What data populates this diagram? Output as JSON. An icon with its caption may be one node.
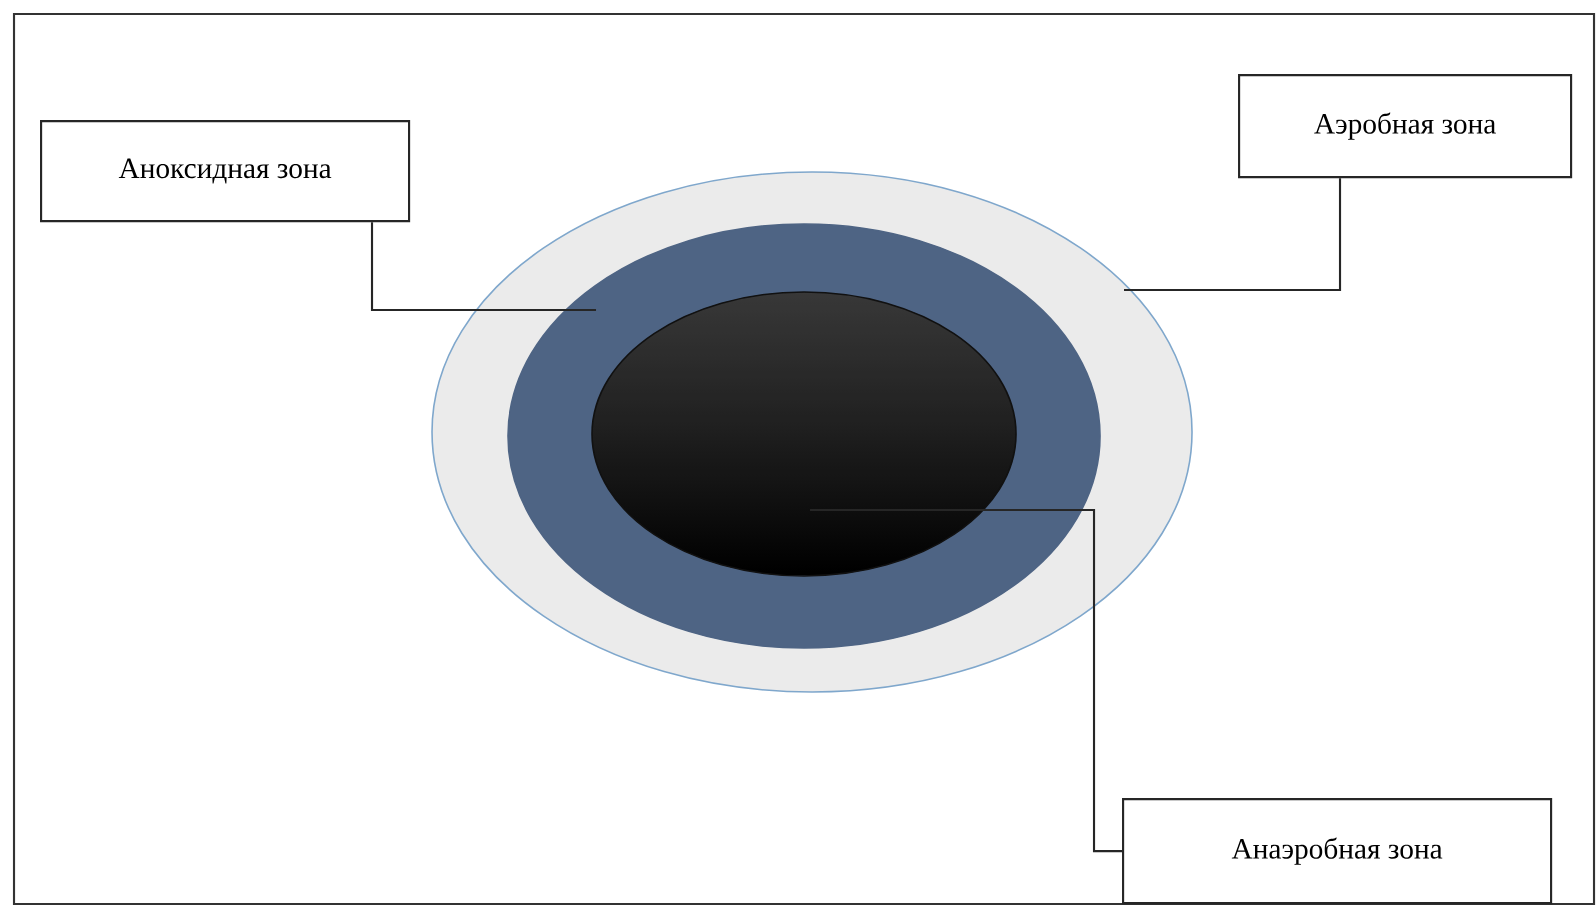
{
  "diagram": {
    "nodes": [
      {
        "text": [
          "Аноксидная зона"
        ]
      },
      {
        "text": [
          "Аэробная зона"
        ]
      },
      {
        "text": [],
        "shape": "ellipse"
      },
      {
        "text": [],
        "shape": "ellipse",
        "in": 2
      },
      {
        "text": [],
        "shape": "ellipse",
        "in": 3
      },
      {
        "text": [
          "Анаэробная зона"
        ]
      }
    ],
    "edges": [
      {
        "from": 0,
        "to": 3,
        "arrow": "none"
      },
      {
        "from": 1,
        "to": 2,
        "arrow": "none"
      },
      {
        "from": 5,
        "to": 4,
        "arrow": "none"
      }
    ]
  }
}
